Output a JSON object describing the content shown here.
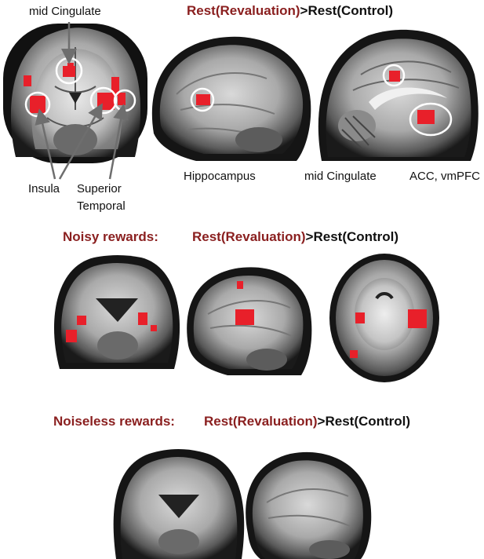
{
  "panel1": {
    "contrast_red": "Rest(Revaluation)",
    "contrast_sep": ">",
    "contrast_black": "Rest(Control)",
    "labels": {
      "mid_cingulate_top": "mid Cingulate",
      "insula": "Insula",
      "superior_line1": "Superior",
      "superior_line2": "Temporal",
      "hippocampus": "Hippocampus",
      "mid_cingulate": "mid Cingulate",
      "acc_vmpfc": "ACC, vmPFC"
    }
  },
  "panel2": {
    "condition": "Noisy rewards:",
    "contrast_red": "Rest(Revaluation)",
    "contrast_sep": ">",
    "contrast_black": "Rest(Control)"
  },
  "panel3": {
    "condition": "Noiseless rewards:",
    "contrast_red": "Rest(Revaluation)",
    "contrast_sep": ">",
    "contrast_black": "Rest(Control)"
  },
  "colors": {
    "activation": "#e8202a",
    "accent_text": "#8a1f1f",
    "circle": "#ffffff",
    "arrow": "#6e6e6e"
  }
}
